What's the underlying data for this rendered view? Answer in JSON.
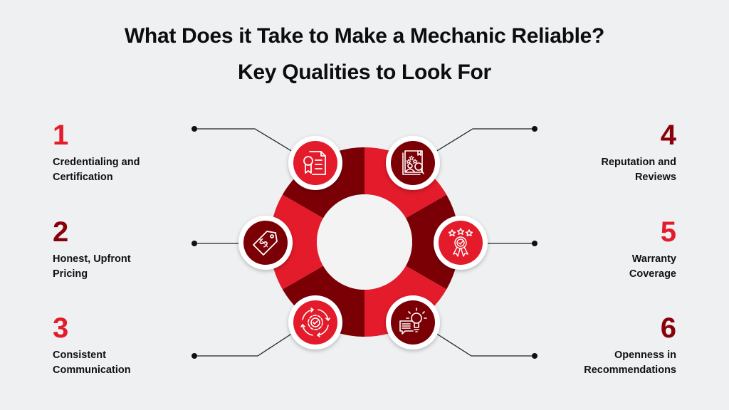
{
  "header": {
    "title_line1": "What Does it Take to Make a Mechanic Reliable?",
    "title_line2": "Key Qualities to Look For"
  },
  "colors": {
    "background": "#eef0f2",
    "bright_red": "#e31b2a",
    "dark_red": "#7a0006",
    "text": "#111111"
  },
  "qualities": [
    {
      "number": "1",
      "label": "Credentialing and\nCertification",
      "icon": "certificate-document-icon",
      "number_color": "#e31b2a"
    },
    {
      "number": "2",
      "label": "Honest, Upfront\nPricing",
      "icon": "price-tag-dollar-icon",
      "number_color": "#8a0009"
    },
    {
      "number": "3",
      "label": "Consistent\nCommunication",
      "icon": "gear-check-cycle-icon",
      "number_color": "#e31b2a"
    },
    {
      "number": "4",
      "label": "Reputation and\nReviews",
      "icon": "profile-rating-search-icon",
      "number_color": "#8a0009"
    },
    {
      "number": "5",
      "label": "Warranty\nCoverage",
      "icon": "award-ribbon-stars-icon",
      "number_color": "#e31b2a"
    },
    {
      "number": "6",
      "label": "Openness in\nRecommendations",
      "icon": "lightbulb-chat-icon",
      "number_color": "#8a0009"
    }
  ]
}
